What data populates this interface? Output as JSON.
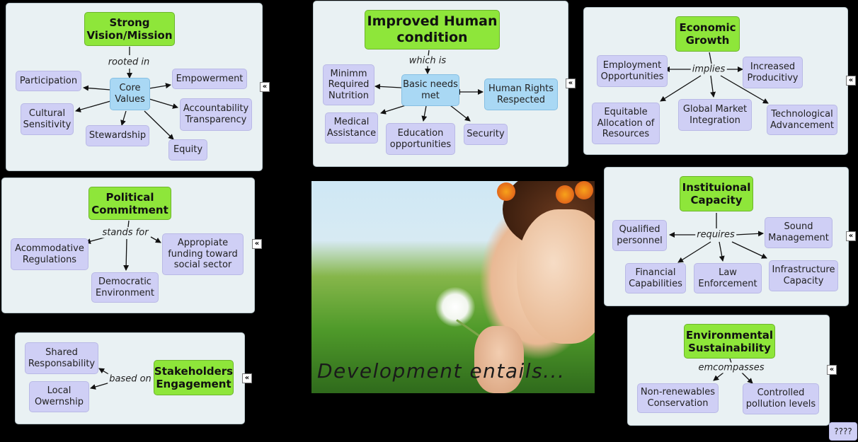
{
  "expand_glyph": "«",
  "strong_vision": {
    "title": "Strong Vision/Mission",
    "link": "rooted in",
    "core": "Core Values",
    "items": [
      "Participation",
      "Empowerment",
      "Cultural Sensitivity",
      "Accountability Transparency",
      "Stewardship",
      "Equity"
    ]
  },
  "improved_human": {
    "title": "Improved Human condition",
    "link": "which is",
    "core": "Basic needs met",
    "rights": "Human Rights Respected",
    "items": [
      "Minimm Required Nutrition",
      "Medical Assistance",
      "Education opportunities",
      "Security"
    ]
  },
  "economic_growth": {
    "title": "Economic Growth",
    "link": "implies",
    "items": [
      "Employment Opportunities",
      "Increased Producitivy",
      "Equitable Allocation of Resources",
      "Global Market Integration",
      "Technological Advancement"
    ]
  },
  "political": {
    "title": "Political Commitment",
    "link": "stands for",
    "items": [
      "Acommodative Regulations",
      "Democratic Environment",
      "Appropiate funding toward social sector"
    ]
  },
  "institutional": {
    "title": "Instituional Capacity",
    "link": "requires",
    "items": [
      "Qualified personnel",
      "Sound Management",
      "Financial Capabilities",
      "Law Enforcement",
      "Infrastructure Capacity"
    ]
  },
  "stakeholders": {
    "title": "Stakeholders Engagement",
    "link": "based on",
    "items": [
      "Shared Responsability",
      "Local Owernship"
    ]
  },
  "environmental": {
    "title": "Environmental Sustainability",
    "link": "emcompasses",
    "items": [
      "Non-renewables Conservation",
      "Controlled pollution levels"
    ]
  },
  "photo_caption": "Development entails...",
  "extra_node": "????"
}
